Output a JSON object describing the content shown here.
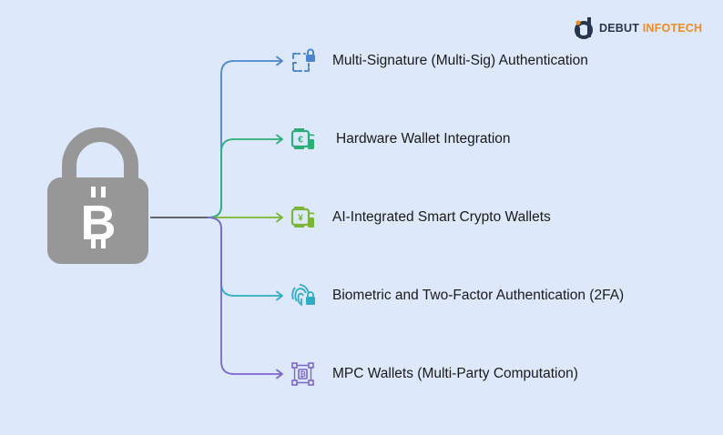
{
  "brand": {
    "word1": "DEBUT",
    "word2": "INFOTECH",
    "color_dark": "#27364f",
    "color_accent": "#f28c22"
  },
  "center": {
    "icon": "bitcoin-padlock-icon",
    "body_color": "#979797",
    "symbol": "B"
  },
  "items": [
    {
      "label": "Multi-Signature (Multi-Sig) Authentication",
      "icon": "multisig-lock-icon",
      "color": "#4a86cf"
    },
    {
      "label": "Hardware Wallet Integration",
      "icon": "hardware-wallet-icon",
      "color": "#2cae78"
    },
    {
      "label": "AI-Integrated Smart Crypto Wallets",
      "icon": "smart-wallet-icon",
      "color": "#7ab631"
    },
    {
      "label": "Biometric and Two-Factor Authentication (2FA)",
      "icon": "fingerprint-lock-icon",
      "color": "#2daec8"
    },
    {
      "label": "MPC Wallets (Multi-Party Computation)",
      "icon": "mpc-network-icon",
      "color": "#7d66cf"
    }
  ]
}
